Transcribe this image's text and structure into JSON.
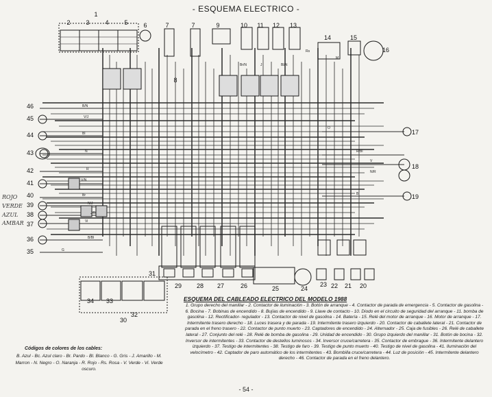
{
  "page_title": "- ESQUEMA ELECTRICO -",
  "diagram_title": "ESQUEMA DEL CABLEADO ELECTRICO DEL MODELO 1988",
  "component_legend": "1. Grupo derecho del manillar - 2. Contactor de iluminación - 3. Botón de arranque - 4. Contactor de parada de emergencia - 5. Contactor de gasolina - 6. Bocina - 7. Bobinas de encendido - 8. Bujías de encendido - 9. Llave de contacto - 10. Diodo en el circuito de seguridad del arranque - 11. bomba de gasolina - 12. Rectificador- regulador - 13. Contactor de nivel de gasolina - 14. Batería - 15. Relé del motor de arranque - 16. Motor de arranque - 17. Intermitente trasero derecho - 18. Luces trasera y de parada - 19. Intermitente trasero izquierdo - 20. Contactor de caballete lateral - 21. Contactor de parada en el freno trasero - 22. Contactor de punto muerto - 23. Captadores de encendido - 24. Alternador - 25. Caja de fusibles - 26. Relé de caballete lateral - 27. Conjunto del relé - 28. Relé de bomba de gasolina - 29. Unidad de encendido - 30. Grupo izquierdo del manillar - 31. Botón de bocina - 32. Inversor de intermitentes - 33. Contactor de destellos luminosos - 34. Inversor cruce/carretera - 35. Contactor de embrague - 36. Intermitente delantero izquierdo - 37. Testigo de intermitentes - 38. Testigo de faro - 39. Testigo de punto muerto - 40. Testigo de nivel de gasolina - 41. Iluminación del velocímetro - 42. Captador de paro automático de los intermitentes - 43. Bombilla cruce/carretera - 44. Luz de posición - 45. Intermitente delantero derecho - 46. Contactor de parada en el freno delantero.",
  "color_codes_title": "Códigos de colores de los cables:",
  "color_codes": "B. Azul - Bc. Azul claro - Br. Pardo - Bl. Blanco - G. Gris - J. Amarillo - M. Marron - N. Negro - O. Naranja - R. Rojo - Rs. Rosa - V. Verde - Vi. Verde oscuro.",
  "page_number": "- 54 -",
  "handwritten_notes": [
    "ROJO",
    "VERDE",
    "AZUL",
    "AMBAR"
  ],
  "component_numbers": {
    "top": [
      "1",
      "2",
      "3",
      "4",
      "5",
      "6",
      "7",
      "7",
      "8",
      "9",
      "10",
      "11",
      "12",
      "13",
      "14",
      "15",
      "16"
    ],
    "left": [
      "46",
      "45",
      "44",
      "43",
      "42",
      "41",
      "40",
      "39",
      "38",
      "37",
      "36",
      "35"
    ],
    "right": [
      "17",
      "18",
      "19"
    ],
    "bottom": [
      "34",
      "33",
      "32",
      "30",
      "31",
      "29",
      "28",
      "27",
      "26",
      "25",
      "24",
      "23",
      "22",
      "21",
      "20"
    ]
  },
  "wire_labels": [
    "B/N",
    "V/J",
    "Bl",
    "N",
    "R",
    "V/N",
    "Br",
    "N/J",
    "J/R",
    "Vi",
    "B/Bl",
    "G",
    "O",
    "R/Bl",
    "V",
    "N/R",
    "B",
    "Br/N",
    "J",
    "Bl/N",
    "Rs",
    "M"
  ]
}
